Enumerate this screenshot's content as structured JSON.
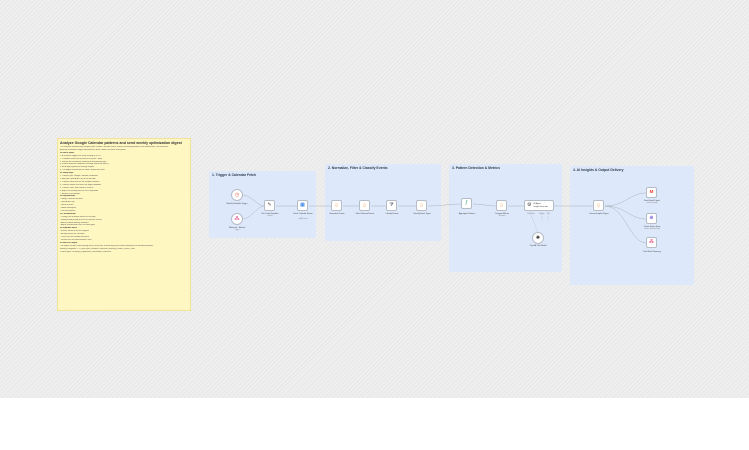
{
  "sticky_note": {
    "title": "Analyze Google Calendar patterns and send weekly optimization digest",
    "lines": [
      "This workflow automatically analyzes your Google Calendar events, detects scheduling patterns and inefficiencies, and uses AI to",
      "generate actionable insights delivered via Gmail, Notion and Slack every week.",
      "## How it works",
      "1. A schedule trigger fires every Sunday at 6 PM",
      "2. Calendar events are fetched for the past 7 days",
      "3. Events are normalized, filtered and classified by type",
      "4. Pattern detection computes meetings and focus metrics",
      "5. An AI agent generates weekly insights",
      "6. The digest is delivered via Gmail, Notion and Slack",
      "## Setup steps",
      "1. Connect your Google Calendar credentials",
      "2. Add your OpenAI API key to the AI node",
      "3. Connect Gmail and set the recipient address",
      "4. Connect Notion and select the target database",
      "5. Connect Slack and choose a channel",
      "6. Adjust the working hours in the config node",
      "7. Activate the workflow",
      "## Requirements",
      "- Google Calendar account",
      "- OpenAI API key",
      "- Gmail account",
      "- Notion workspace",
      "- Slack workspace",
      "## Customization",
      "- Change the schedule interval to run daily",
      "- Modify the AI prompt to focus on specific metrics",
      "- Add or remove delivery channels",
      "- Adjust classification rules for event types",
      "## Important notes",
      "- Events without a title are skipped",
      "- All-day events are excluded",
      "- Times use the calendar timezone",
      "- Results are not stored between runs",
      "## Notes on output",
      "The digest includes: total meeting hours, focus time, busiest day, back-to-back meetings and recommendations.",
      "Meeting categories: 1:1 | team sync | external | interview | planning | review | social | other",
      "Pattern types: recurring | fragmented | overloaded | balanced"
    ]
  },
  "sections": [
    {
      "title": "1. Trigger & Calendar Fetch"
    },
    {
      "title": "2. Normalize, Filter & Classify Events"
    },
    {
      "title": "3. Pattern Detection & Metrics"
    },
    {
      "title": "4. AI Insights & Output Delivery"
    }
  ],
  "nodes": {
    "schedule_trigger": {
      "label": "Weekly Schedule Trigger",
      "icon": "clock-icon",
      "glyph": "◷"
    },
    "webhook": {
      "label": "Webhook – Manual",
      "sub": "Trigger",
      "icon": "webhook-icon",
      "glyph": "⁂"
    },
    "set_config": {
      "label": "Set Config Variables",
      "sub": "manual",
      "icon": "pen-icon",
      "glyph": "✎"
    },
    "fetch_calendar": {
      "label": "Fetch Calendar Events",
      "sub": "getAll: event",
      "icon": "calendar-icon",
      "glyph": "▦"
    },
    "normalize": {
      "label": "Normalize Events",
      "icon": "code-icon",
      "glyph": "{}"
    },
    "filter_events": {
      "label": "Filter Relevant Events",
      "icon": "code-icon",
      "glyph": "{}"
    },
    "classify": {
      "label": "Classify Events",
      "icon": "filter-icon",
      "glyph": "⧩"
    },
    "classify_code": {
      "label": "Classify Event Types",
      "icon": "code-icon",
      "glyph": "{}"
    },
    "detect_patterns": {
      "label": "Aggregate Patterns",
      "icon": "function-icon",
      "glyph": "ƒ"
    },
    "compute_metrics": {
      "label": "Compute Metrics",
      "sub": "Summary",
      "icon": "code-icon",
      "glyph": "{}"
    },
    "ai_agent": {
      "label": "AI Agent",
      "sub": "Insight Generator",
      "icon": "robot-icon",
      "glyph": "⚙"
    },
    "openai_model": {
      "label": "OpenAI Chat Model",
      "icon": "openai-icon",
      "glyph": "✺"
    },
    "format_output": {
      "label": "Format Insights Digest",
      "icon": "code-icon",
      "glyph": "{}"
    },
    "gmail": {
      "label": "Send Gmail Digest",
      "sub": "send: message",
      "icon": "gmail-icon",
      "glyph": "M"
    },
    "notion": {
      "label": "Create Notion Page",
      "sub": "create: databasePage",
      "icon": "notion-icon",
      "glyph": "⊕"
    },
    "slack": {
      "label": "Post Slack Summary",
      "icon": "slack-icon",
      "glyph": "⁂"
    }
  },
  "ai_agent_ports": [
    "Chat Model",
    "Memory",
    "Tool"
  ],
  "colors": {
    "section_bg": "#dde8fa",
    "sticky_bg": "#fff7c2",
    "wire": "#9aa3ad",
    "schedule": "#e0563b",
    "webhook": "#d6246e",
    "calendar": "#1a73e8",
    "code": "#ff9f4a",
    "gmail": "#ea4335",
    "notion": "#5b3fd1",
    "slack": "#e01e5a"
  }
}
